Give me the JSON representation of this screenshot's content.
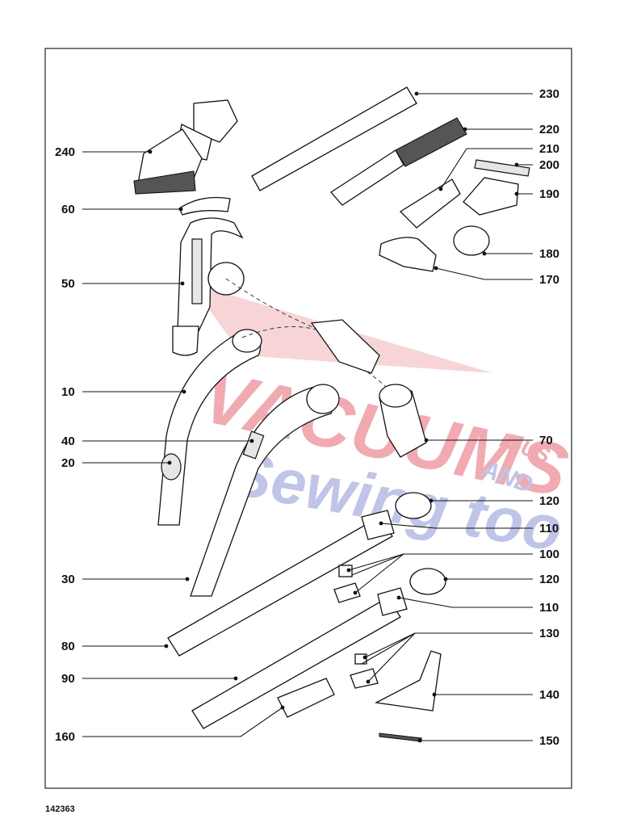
{
  "document_number": "142363",
  "watermark": {
    "line1": "VACUUMS",
    "line2": "R-US",
    "line3": "AND",
    "line4": "Sewing too",
    "colors": {
      "red": "#e8646e",
      "blue": "#8a96d8"
    }
  },
  "callouts": {
    "left": [
      "240",
      "60",
      "50",
      "10",
      "40",
      "20",
      "30",
      "80",
      "90",
      "160"
    ],
    "right": [
      "230",
      "220",
      "210",
      "200",
      "190",
      "180",
      "170",
      "70",
      "120",
      "110",
      "100",
      "120",
      "110",
      "130",
      "140",
      "150"
    ]
  },
  "colors": {
    "line": "#111111",
    "part_fill": "#ffffff",
    "shade": "#e6e6e6"
  }
}
